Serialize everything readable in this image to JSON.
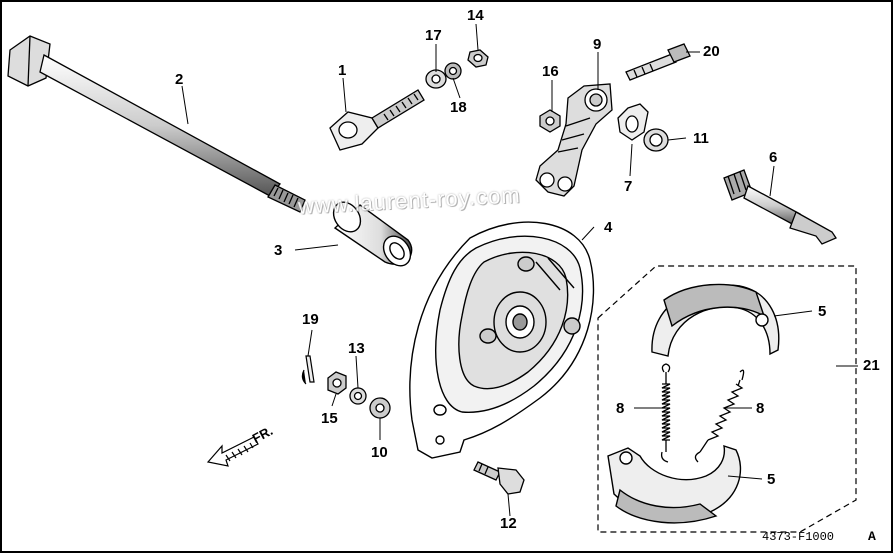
{
  "parts": {
    "p1": "1",
    "p2": "2",
    "p3": "3",
    "p4": "4",
    "p5a": "5",
    "p5b": "5",
    "p6": "6",
    "p7": "7",
    "p8a": "8",
    "p8b": "8",
    "p9": "9",
    "p10": "10",
    "p11": "11",
    "p12": "12",
    "p13": "13",
    "p14": "14",
    "p15": "15",
    "p16": "16",
    "p17": "17",
    "p18": "18",
    "p19": "19",
    "p20": "20",
    "p21": "21"
  },
  "direction_label": "FR.",
  "diagram_code": "4373-F1000",
  "diagram_suffix": "A",
  "watermark": "www.laurent-roy.com"
}
